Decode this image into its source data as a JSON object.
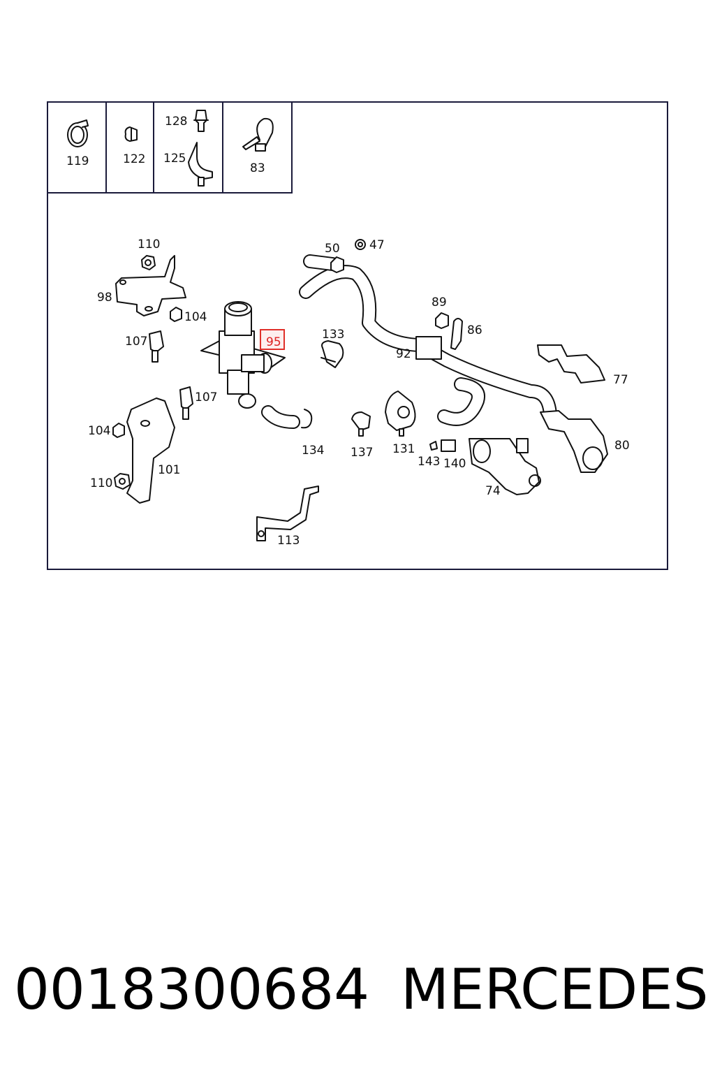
{
  "inset_labels": [
    "119",
    "122",
    "128",
    "125",
    "83"
  ],
  "labels": {
    "l110a": "110",
    "l98": "98",
    "l104a": "104",
    "l107a": "107",
    "l95": "95",
    "l107b": "107",
    "l104b": "104",
    "l101": "101",
    "l110b": "110",
    "l113": "113",
    "l134": "134",
    "l133": "133",
    "l50": "50",
    "l47": "47",
    "l92": "92",
    "l89": "89",
    "l86": "86",
    "l137": "137",
    "l131": "131",
    "l143": "143",
    "l140": "140",
    "l74": "74",
    "l77": "77",
    "l80": "80"
  },
  "highlighted_part": "95",
  "highlight_color": "#e0302a",
  "caption": {
    "part_number": "0018300684",
    "brand": "MERCEDES"
  }
}
